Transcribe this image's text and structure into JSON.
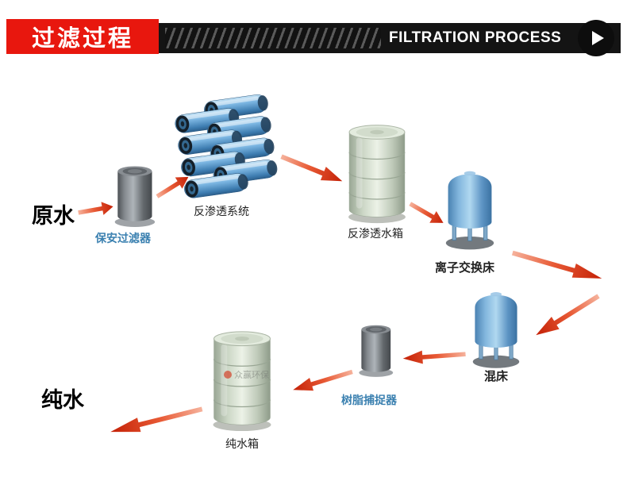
{
  "header": {
    "title_cn": "过滤过程",
    "title_en": "FILTRATION PROCESS",
    "play_icon": "▶"
  },
  "flow": {
    "source_label": "原水",
    "security_filter": "保安过滤器",
    "ro_system": "反渗透系统",
    "ro_tank": "反渗透水箱",
    "ion_exchange": "离子交换床",
    "mixed_bed": "混床",
    "resin_trap": "树脂捕捉器",
    "pure_tank": "纯水箱",
    "output_label": "纯水",
    "watermark": "众赢环保"
  },
  "colors": {
    "accent_red": "#e8170e",
    "arrow_red": "#c21e04",
    "label_blue": "#3a80b0",
    "label_dark": "#1a1a1a",
    "banner_black": "#141414"
  }
}
